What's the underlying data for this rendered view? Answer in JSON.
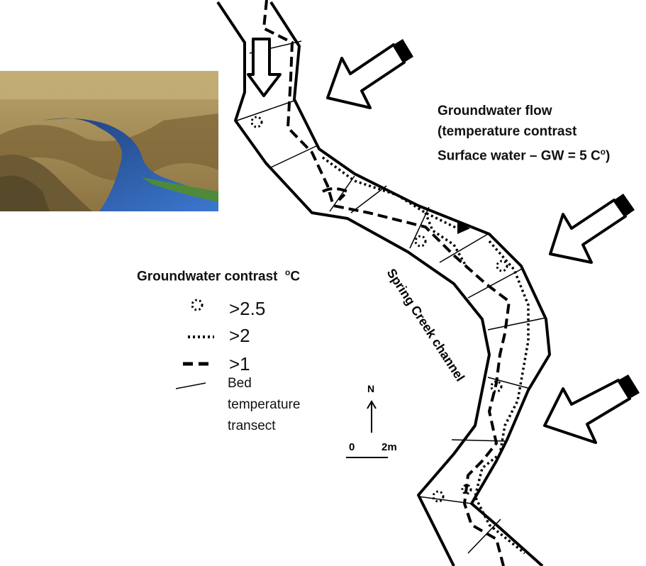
{
  "groundwater_flow": {
    "line1": "Groundwater flow",
    "line2": "(temperature  contrast",
    "line3": "Surface water – GW = 5 C",
    "line3_sup": "o",
    "line3_end": ")"
  },
  "legend": {
    "title": "Groundwater contrast",
    "title_unit_sup": "o",
    "title_unit": "C",
    "items": [
      {
        "symbol": "dotted-circle",
        "label": ">2.5"
      },
      {
        "symbol": "dotted-line",
        "label": ">2"
      },
      {
        "symbol": "dashed-line",
        "label": ">1"
      }
    ],
    "transect_line1": "Bed",
    "transect_line2": "temperature",
    "transect_line3": "transect"
  },
  "channel_label": "Spring Creek channel",
  "north_label": "N",
  "scale": {
    "start": "0",
    "end": "2m"
  },
  "photo": {
    "alt": "stream-photo"
  },
  "colors": {
    "ink": "#000000",
    "water": "#2d5fb0",
    "grass": "#8a7d4a"
  }
}
